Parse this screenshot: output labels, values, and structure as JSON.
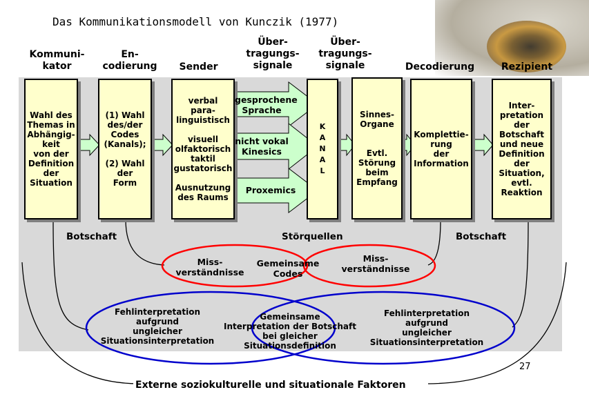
{
  "title": "Das Kommunikationsmodell von Kunczik (1977)",
  "columns": {
    "kommunikator": "Kommuni-\nkator",
    "encodierung": "En-\ncodierung",
    "sender": "Sender",
    "uebertragung1": "Über-\ntragungs-\nsignale",
    "uebertragung2": "Über-\ntragungs-\nsignale",
    "decodierung": "Decodierung",
    "rezipient": "Rezipient"
  },
  "boxes": {
    "kommunikator": "Wahl des\nThemas in\nAbhängig-\nkeit\nvon der\nDefinition\nder\nSituation",
    "encodierung": "(1) Wahl\ndes/der\nCodes\n(Kanals);\n\n(2) Wahl\nder\nForm",
    "sender": "verbal\npara-\nlinguistisch\n\nvisuell\nolfaktorisch\ntaktil\ngustatorisch\n\nAusnutzung\ndes Raums",
    "kanal": "K\nA\nN\nA\nL",
    "sinnesorgane": "Sinnes-\nOrgane\n\n\nEvtl.\nStörung\nbeim\nEmpfang",
    "decodierung": "Komplettie-\nrung\nder\nInformation",
    "rezipient": "Inter-\npretation\nder\nBotschaft\nund neue\nDefinition\nder\nSituation,\nevtl.\nReaktion"
  },
  "arrows": {
    "gesprochene_sprache": "gesprochene\nSprache",
    "nicht_vokal": "nicht vokal\nKinesics",
    "proxemics": "Proxemics"
  },
  "labels": {
    "botschaft_left": "Botschaft",
    "stoerquellen": "Störquellen",
    "botschaft_right": "Botschaft"
  },
  "red_ellipses": {
    "left": "Miss-\nverständnisse",
    "center": "Gemeinsame\nCodes",
    "right": "Miss-\nverständnisse"
  },
  "blue_ellipses": {
    "left": "Fehlinterpretation\naufgrund\nungleicher\nSituationsinterpretation",
    "center": "Gemeinsame\nInterpretation der Botschaft\nbei gleicher\nSituationsdefinition",
    "right": "Fehlinterpretation\naufgrund\nungleicher\nSituationsinterpretation"
  },
  "footer": "Externe soziokulturelle und situationale Faktoren",
  "page_number": "27",
  "colors": {
    "box_fill": "#ffffcc",
    "arrow_fill": "#ccffcc",
    "band_gray": "#d9d9d9",
    "red_ellipse": "#ff0000",
    "blue_ellipse": "#0000cc"
  }
}
